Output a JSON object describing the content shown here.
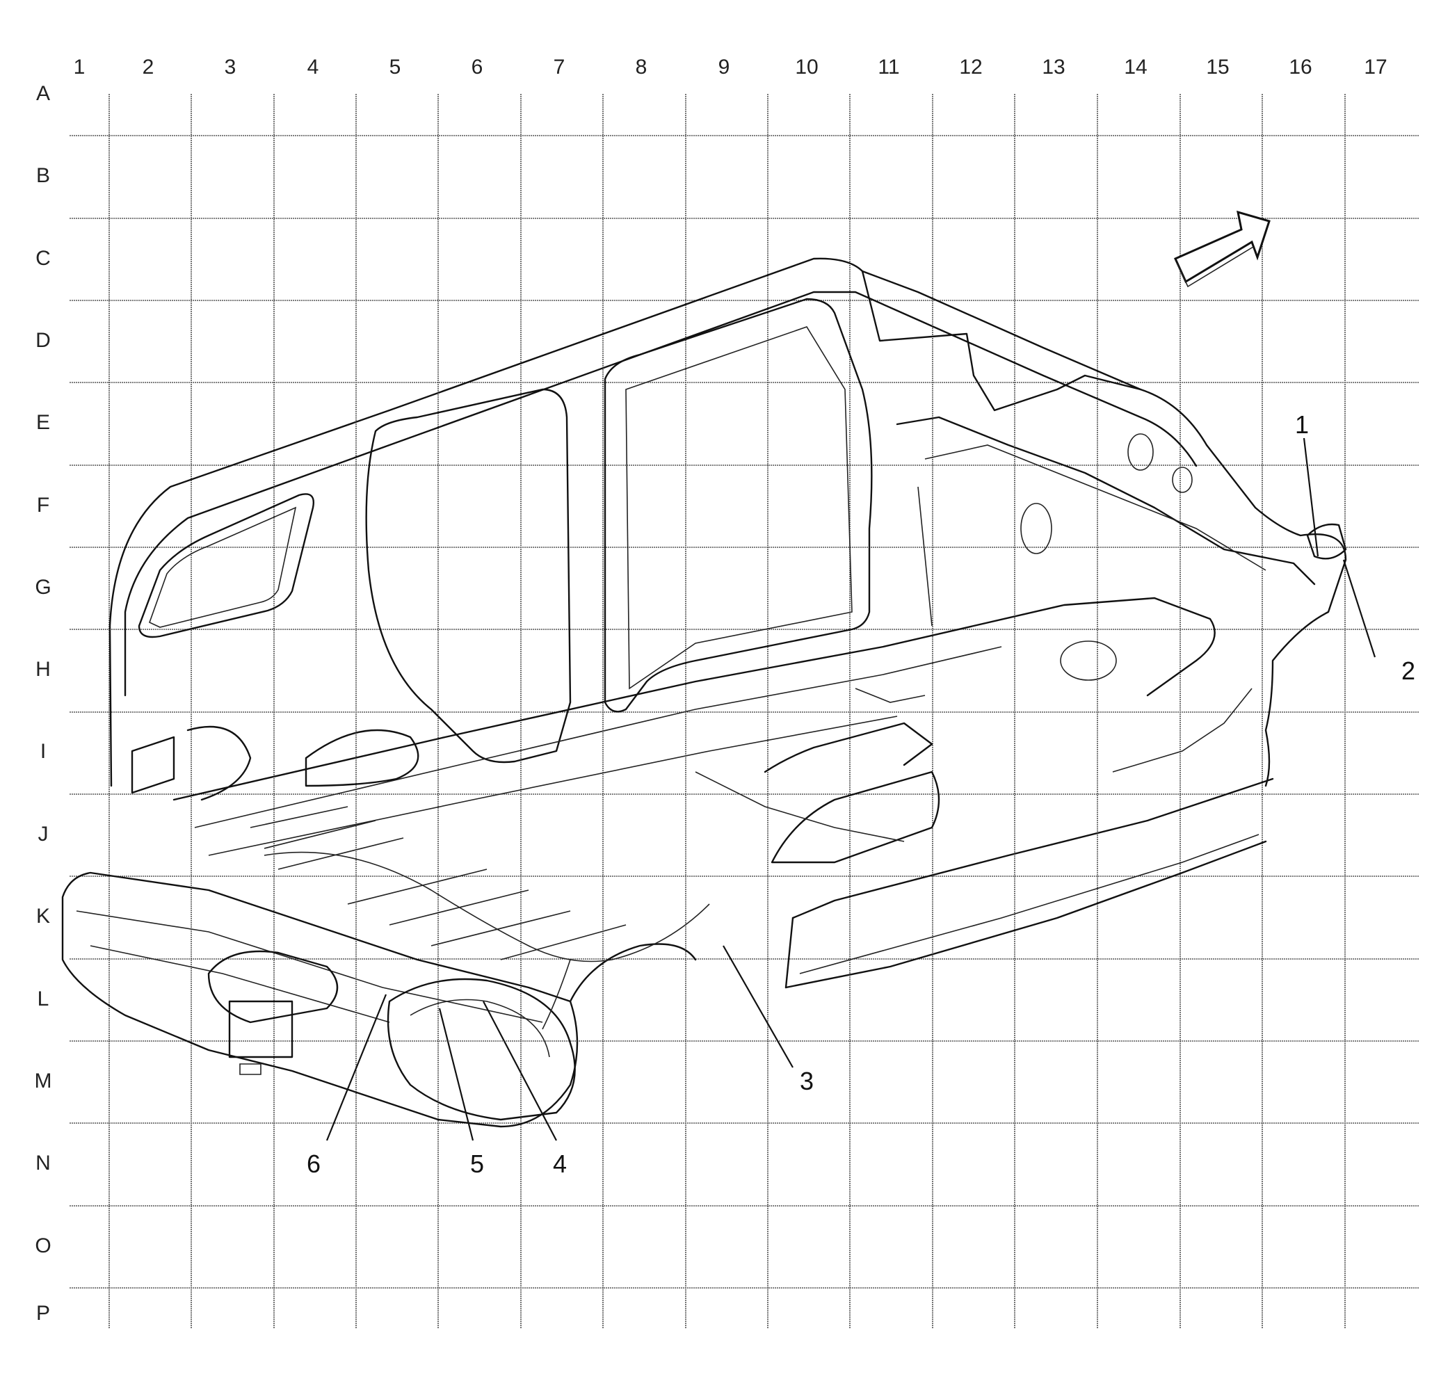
{
  "grid": {
    "columns": [
      "1",
      "2",
      "3",
      "4",
      "5",
      "6",
      "7",
      "8",
      "9",
      "10",
      "11",
      "12",
      "13",
      "14",
      "15",
      "16",
      "17"
    ],
    "rows": [
      "A",
      "B",
      "C",
      "D",
      "E",
      "F",
      "G",
      "H",
      "I",
      "J",
      "K",
      "L",
      "M",
      "N",
      "O",
      "P"
    ]
  },
  "callouts": [
    "1",
    "2",
    "3",
    "4",
    "5",
    "6"
  ],
  "orientation_arrow": {
    "icon": "forward-arrow-icon"
  },
  "colors": {
    "line": "#111111",
    "grid": "#555555",
    "background": "#ffffff"
  }
}
